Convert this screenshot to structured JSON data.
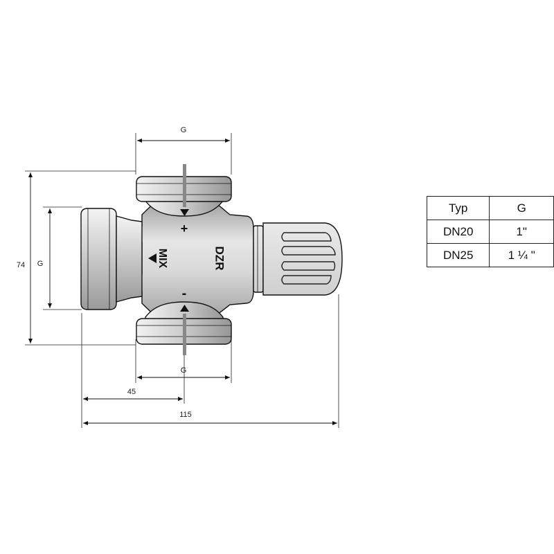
{
  "dimensions": {
    "top_thread": "G",
    "left_thread": "G",
    "bottom_thread": "G",
    "height": "74",
    "offset": "45",
    "length": "115"
  },
  "markings": {
    "brand": "DZR",
    "port_label": "MIX",
    "plus_sign": "+",
    "minus_sign": "-"
  },
  "table": {
    "headers": [
      "Typ",
      "G"
    ],
    "rows": [
      [
        "DN20",
        "1\""
      ],
      [
        "DN25",
        "1 ¼ \""
      ]
    ]
  }
}
